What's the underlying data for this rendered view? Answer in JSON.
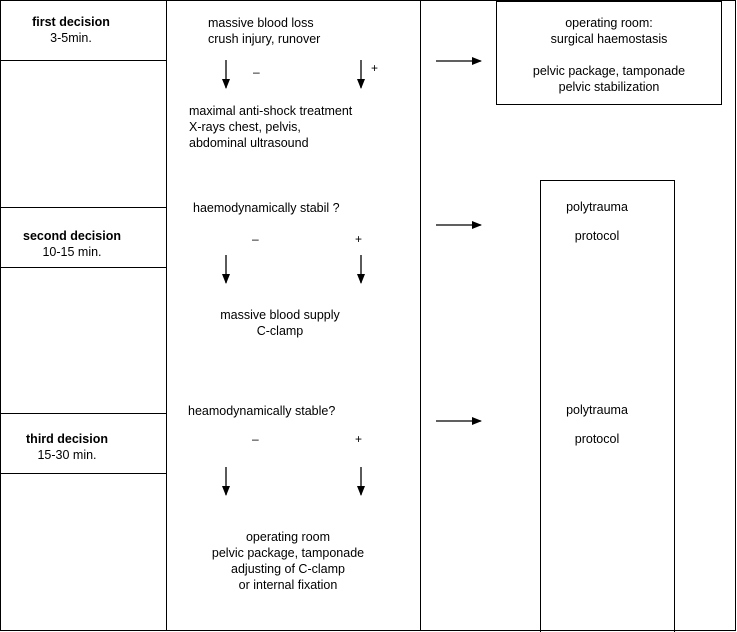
{
  "left_column": {
    "first_decision": {
      "title": "first decision",
      "time": "3-5min."
    },
    "second_decision": {
      "title": "second decision",
      "time": "10-15 min."
    },
    "third_decision": {
      "title": "third decision",
      "time": "15-30 min."
    }
  },
  "middle_column": {
    "step1": {
      "line1": "massive blood loss",
      "line2": "crush injury, runover"
    },
    "signs1": {
      "minus": "–",
      "plus": "+"
    },
    "step2": {
      "line1": "maximal anti-shock treatment",
      "line2": "X-rays chest, pelvis,",
      "line3": "abdominal ultrasound"
    },
    "step3": {
      "question": "haemodynamically stabil ?"
    },
    "signs3": {
      "minus": "–",
      "plus": "+"
    },
    "step4": {
      "line1": "massive blood supply",
      "line2": "C-clamp"
    },
    "step5": {
      "question": "heamodynamically stable?"
    },
    "signs5": {
      "minus": "–",
      "plus": "+"
    },
    "step6": {
      "line1": "operating room",
      "line2": "pelvic package, tamponade",
      "line3": "adjusting of C-clamp",
      "line4": "or internal fixation"
    }
  },
  "right_column": {
    "or_box": {
      "line1": "operating room:",
      "line2": "surgical haemostasis",
      "line3": "pelvic package, tamponade",
      "line4": "pelvic stabilization"
    },
    "polytrauma1": {
      "line1": "polytrauma",
      "line2": "protocol"
    },
    "polytrauma2": {
      "line1": "polytrauma",
      "line2": "protocol"
    }
  }
}
